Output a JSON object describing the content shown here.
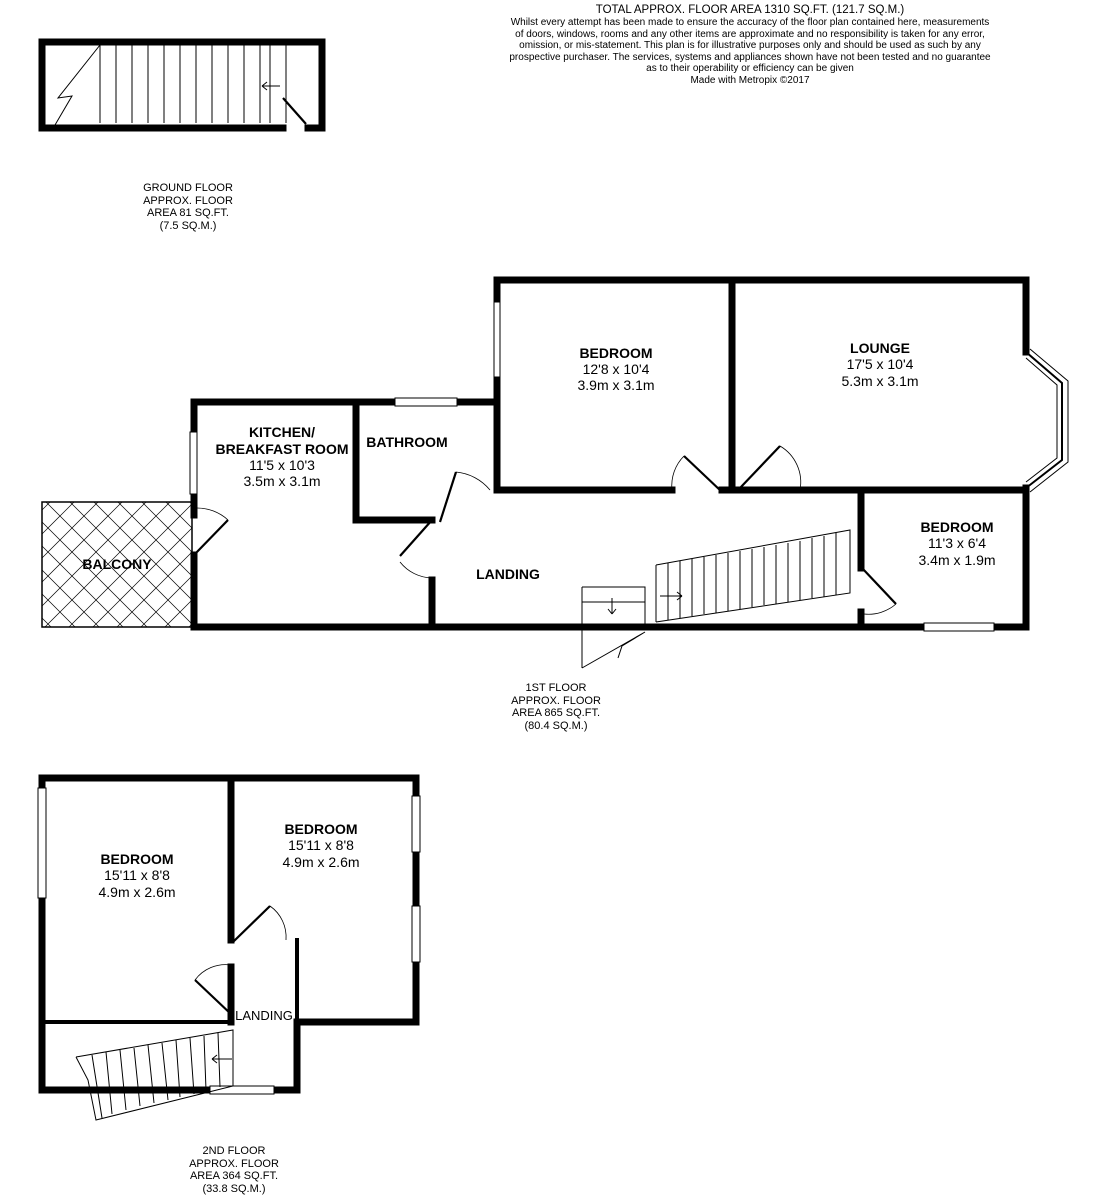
{
  "header": {
    "total_area": "TOTAL APPROX. FLOOR AREA 1310 SQ.FT. (121.7 SQ.M.)",
    "disclaimer_lines": [
      "Whilst every attempt has been made to ensure the accuracy of the floor plan contained here, measurements",
      "of doors, windows, rooms and any other items are approximate and no responsibility is taken for any error,",
      "omission, or mis-statement. This plan is for illustrative purposes only and should be used as such by any",
      "prospective purchaser. The services, systems and appliances shown have not been tested and no guarantee",
      "as to their operability or efficiency can be given"
    ],
    "credit": "Made with Metropix ©2017"
  },
  "floors": {
    "ground": {
      "lines": [
        "GROUND FLOOR",
        "APPROX. FLOOR",
        "AREA 81 SQ.FT.",
        "(7.5 SQ.M.)"
      ]
    },
    "first": {
      "lines": [
        "1ST FLOOR",
        "APPROX. FLOOR",
        "AREA 865 SQ.FT.",
        "(80.4 SQ.M.)"
      ]
    },
    "second": {
      "lines": [
        "2ND FLOOR",
        "APPROX. FLOOR",
        "AREA 364 SQ.FT.",
        "(33.8 SQ.M.)"
      ]
    }
  },
  "rooms": {
    "bedroom_front": {
      "name": "BEDROOM",
      "imperial": "12'8 x 10'4",
      "metric": "3.9m x 3.1m"
    },
    "lounge": {
      "name": "LOUNGE",
      "imperial": "17'5 x 10'4",
      "metric": "5.3m x 3.1m"
    },
    "kitchen": {
      "name_line1": "KITCHEN/",
      "name_line2": "BREAKFAST ROOM",
      "imperial": "11'5 x 10'3",
      "metric": "3.5m x 3.1m"
    },
    "bathroom": {
      "name": "BATHROOM"
    },
    "balcony": {
      "name": "BALCONY"
    },
    "landing_first": {
      "name": "LANDING"
    },
    "bedroom_small": {
      "name": "BEDROOM",
      "imperial": "11'3 x 6'4",
      "metric": "3.4m x 1.9m"
    },
    "bedroom_2f_left": {
      "name": "BEDROOM",
      "imperial": "15'11 x 8'8",
      "metric": "4.9m x 2.6m"
    },
    "bedroom_2f_right": {
      "name": "BEDROOM",
      "imperial": "15'11 x 8'8",
      "metric": "4.9m x 2.6m"
    },
    "landing_second": {
      "name": "LANDING"
    }
  },
  "colors": {
    "walls": "#000000",
    "background": "#ffffff"
  }
}
